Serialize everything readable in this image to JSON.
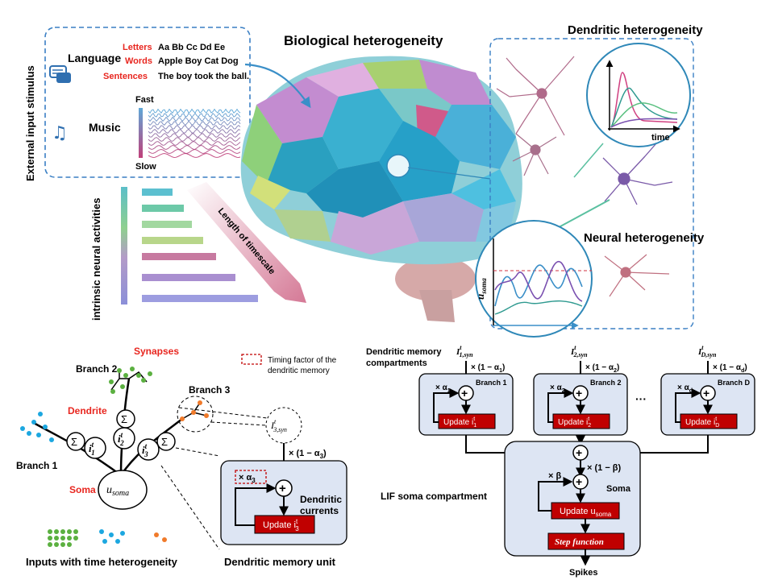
{
  "top": {
    "bio_title": "Biological  heterogeneity",
    "dendritic_title": "Dendritic heterogeneity",
    "neural_title": "Neural heterogeneity",
    "external_input": "External  input stimulus",
    "intrinsic": "intrinsic neural activities",
    "timescale": "Length of timescale",
    "time_label": "time",
    "u_soma": "u",
    "u_soma_sub": "soma"
  },
  "stimulus": {
    "language_label": "Language",
    "music_label": "Music",
    "rows": [
      {
        "key": "Letters",
        "value": "Aa Bb Cc Dd Ee"
      },
      {
        "key": "Words",
        "value": "Apple Boy Cat Dog"
      },
      {
        "key": "Sentences",
        "value": "The boy took the ball."
      }
    ],
    "fast": "Fast",
    "slow": "Slow"
  },
  "neuron": {
    "synapses": "Synapses",
    "branch1": "Branch 1",
    "branch2": "Branch 2",
    "branch3": "Branch 3",
    "dendrite": "Dendrite",
    "soma": "Soma",
    "sigma": "Σ",
    "i1": "i",
    "i2": "i",
    "i3": "i",
    "u_soma": "u",
    "u_soma_sub": "soma",
    "inputs_caption": "Inputs with time heterogeneity",
    "legend_line1": "Timing factor of the",
    "legend_line2": "dendritic memory"
  },
  "memory_unit": {
    "input": "I",
    "input_sup": "t",
    "input_sub": "3,syn",
    "decay": "× (1 − α",
    "decay_sub": "3",
    "decay_end": ")",
    "alpha": "× α",
    "alpha_sub": "3",
    "plus": "+",
    "currents_line1": "Dendritic",
    "currents_line2": "currents",
    "update": "Update i",
    "update_sup": "t",
    "update_sub": "3",
    "caption": "Dendritic memory  unit"
  },
  "lif": {
    "compartments_line1": "Dendritic memory",
    "compartments_line2": "compartments",
    "branches": [
      {
        "input_sub": "1,syn",
        "decay": "× (1 − α",
        "decay_sub": "1",
        "alpha_sub": "1",
        "name": "Branch 1",
        "update_sub": "1"
      },
      {
        "input_sub": "2,syn",
        "decay": "× (1 − α",
        "decay_sub": "2",
        "alpha_sub": "2",
        "name": "Branch 2",
        "update_sub": "2"
      },
      {
        "input_sub": "D,syn",
        "decay": "× (1 − α",
        "decay_sub": "d",
        "alpha_sub": "d",
        "name": "Branch D",
        "update_sub": "D"
      }
    ],
    "ellipsis": "···",
    "soma_label": "LIF soma compartment",
    "soma_box_label": "Soma",
    "beta_decay": "× (1 − β)",
    "beta": "× β",
    "update_soma": "Update u",
    "update_soma_sub": "soma",
    "step": "Step function",
    "spikes": "Spikes"
  },
  "colors": {
    "accent_red": "#e8261f",
    "dark_red": "#b80000",
    "box_fill": "#dde5f3",
    "dashed_blue": "#3a7fc4",
    "text": "#000000"
  }
}
